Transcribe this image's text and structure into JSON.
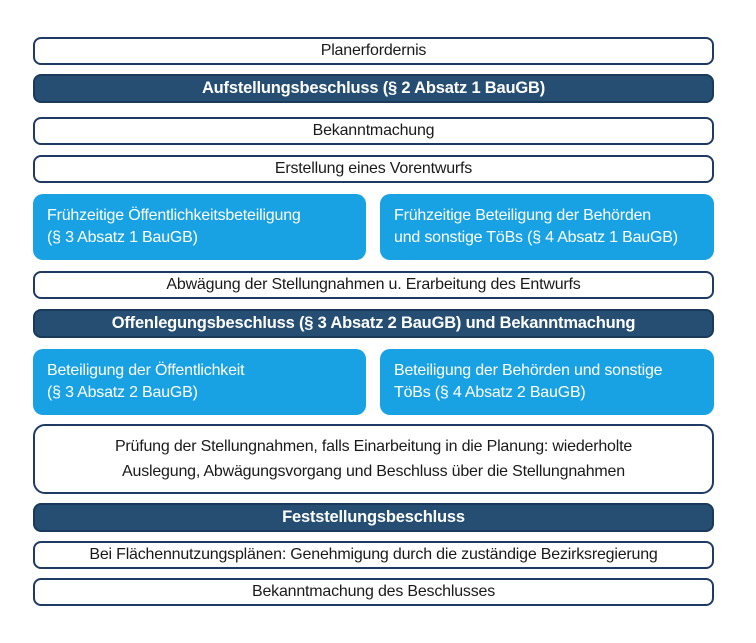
{
  "colors": {
    "background": "#ffffff",
    "accent_blue": "#18a2e4",
    "dark_navy_fill": "#254e72",
    "dark_navy_border": "#1b3a5a",
    "box_border_navy": "#1f3a63",
    "text_dark": "#1a1a1a",
    "text_light": "#ffffff"
  },
  "rows": [
    {
      "type": "plain",
      "label": "Planerfordernis"
    },
    {
      "type": "header",
      "label": "Aufstellungsbeschluss (§ 2 Absatz 1 BauGB)"
    },
    {
      "type": "plain",
      "label": "Bekanntmachung"
    },
    {
      "type": "plain",
      "label": "Erstellung eines Vorentwurfs"
    },
    {
      "type": "split",
      "left": {
        "lines": [
          "Frühzeitige Öffentlichkeitsbeteiligung",
          "(§ 3 Absatz 1 BauGB)"
        ]
      },
      "right": {
        "lines": [
          "Frühzeitige Beteiligung der Behörden",
          "und sonstige TöBs (§ 4 Absatz 1 BauGB)"
        ]
      }
    },
    {
      "type": "plain",
      "label": "Abwägung der Stellungnahmen u. Erarbeitung des Entwurfs"
    },
    {
      "type": "header",
      "label": "Offenlegungsbeschluss (§ 3 Absatz 2 BauGB) und Bekanntmachung"
    },
    {
      "type": "split",
      "left": {
        "lines": [
          "Beteiligung der Öffentlichkeit",
          "(§ 3 Absatz 2 BauGB)"
        ]
      },
      "right": {
        "lines": [
          "Beteiligung der Behörden und sonstige",
          "TöBs (§ 4 Absatz 2 BauGB)"
        ]
      }
    },
    {
      "type": "tall",
      "lines": [
        "Prüfung der Stellungnahmen, falls Einarbeitung in die Planung: wiederholte",
        "Auslegung, Abwägungsvorgang und Beschluss über die Stellungnahmen"
      ]
    },
    {
      "type": "header",
      "label": "Feststellungsbeschluss"
    },
    {
      "type": "plain",
      "label": "Bei Flächennutzungsplänen: Genehmigung durch die zuständige Bezirksregierung"
    },
    {
      "type": "plain",
      "label": "Bekanntmachung des Beschlusses"
    }
  ]
}
